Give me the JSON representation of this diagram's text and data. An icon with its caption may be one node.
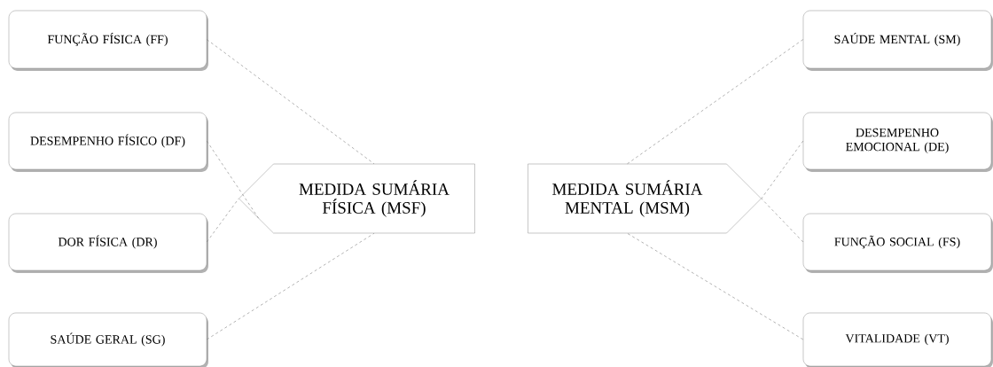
{
  "diagram": {
    "nodes": [
      {
        "text": [
          "FUNÇÃO FÍSICA (FF)"
        ]
      },
      {
        "text": [
          "DESEMPENHO FÍSICO (DF)"
        ]
      },
      {
        "text": [
          "DOR FÍSICA (DR)"
        ]
      },
      {
        "text": [
          "SAÚDE GERAL (SG)"
        ]
      },
      {
        "text": [
          "MEDIDA SUMÁRIA FÍSICA (MSF)"
        ]
      },
      {
        "text": [
          "MEDIDA SUMÁRIA MENTAL (MSM)"
        ]
      },
      {
        "text": [
          "SAÚDE MENTAL (SM)"
        ]
      },
      {
        "text": [
          "DESEMPENHO EMOCIONAL (DE)"
        ]
      },
      {
        "text": [
          "FUNÇÃO SOCIAL (FS)"
        ]
      },
      {
        "text": [
          "VITALIDADE (VT)"
        ]
      }
    ],
    "edges": [
      {
        "from": 0,
        "to": 4,
        "arrow": "none",
        "style": "dashed"
      },
      {
        "from": 1,
        "to": 4,
        "arrow": "none",
        "style": "dashed"
      },
      {
        "from": 2,
        "to": 4,
        "arrow": "none",
        "style": "dashed"
      },
      {
        "from": 3,
        "to": 4,
        "arrow": "none",
        "style": "dashed"
      },
      {
        "from": 6,
        "to": 5,
        "arrow": "none",
        "style": "dashed"
      },
      {
        "from": 7,
        "to": 5,
        "arrow": "none",
        "style": "dashed"
      },
      {
        "from": 8,
        "to": 5,
        "arrow": "none",
        "style": "dashed"
      },
      {
        "from": 9,
        "to": 5,
        "arrow": "none",
        "style": "dashed"
      }
    ]
  }
}
